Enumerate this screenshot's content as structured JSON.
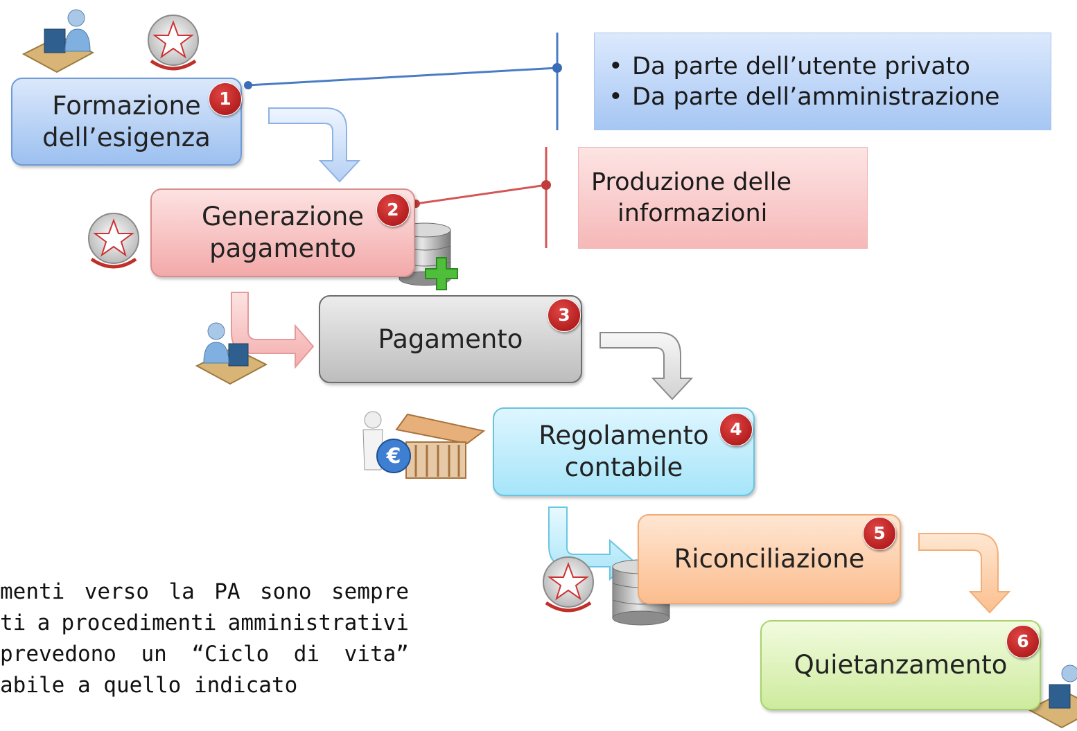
{
  "steps": [
    {
      "label": "Formazione\ndell’esigenza",
      "number": "1"
    },
    {
      "label": "Generazione\npagamento",
      "number": "2"
    },
    {
      "label": "Pagamento",
      "number": "3"
    },
    {
      "label": "Regolamento\ncontabile",
      "number": "4"
    },
    {
      "label": "Riconciliazione",
      "number": "5"
    },
    {
      "label": "Quietanzamento",
      "number": "6"
    }
  ],
  "callouts": {
    "blue": {
      "items": [
        "Da parte dell’utente privato",
        "Da parte dell’amministrazione"
      ]
    },
    "red": {
      "line1": "Produzione delle",
      "line2": "informazioni"
    }
  },
  "note": {
    "line1": [
      "menti",
      "verso",
      "la",
      "PA",
      "sono",
      "sempre"
    ],
    "line2": [
      "ti",
      "a",
      "procedimenti",
      "amministrativi"
    ],
    "line3": [
      "prevedono",
      "un",
      "“Ciclo",
      "di",
      "vita”"
    ],
    "line4": "abile a quello indicato"
  },
  "icons": [
    "user-at-desk-icon",
    "state-emblem-icon",
    "database-add-icon",
    "bank-euro-icon",
    "database-icon"
  ]
}
